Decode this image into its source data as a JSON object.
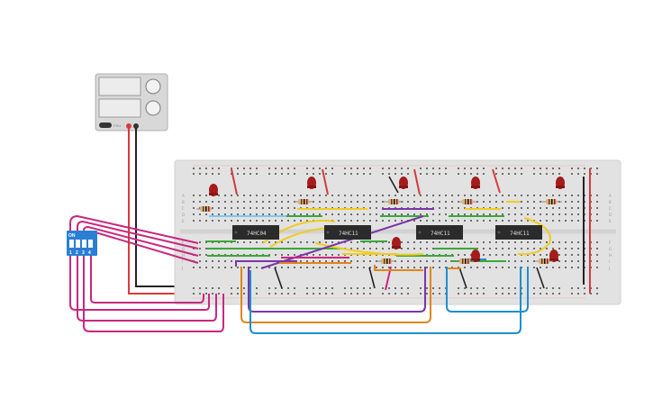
{
  "app": {
    "title": "Circuit breadboard workspace"
  },
  "power_supply": {
    "label": "PSU",
    "small_text": ""
  },
  "dip_switch": {
    "on_label": "ON",
    "numbers": [
      "1",
      "2",
      "3",
      "4"
    ]
  },
  "chips": [
    {
      "id": "chip-1",
      "label": "74HC04"
    },
    {
      "id": "chip-2",
      "label": "74HC11"
    },
    {
      "id": "chip-3",
      "label": "74HC11"
    },
    {
      "id": "chip-4",
      "label": "74HC11"
    }
  ],
  "row_letters_top": [
    "A",
    "B",
    "C",
    "D",
    "E"
  ],
  "row_letters_bottom": [
    "F",
    "G",
    "H",
    "I",
    "J"
  ],
  "colors": {
    "board": "#e2e2e2",
    "rail_red": "#d83a3a",
    "rail_dark": "#222222",
    "wire_magenta": "#c8287f",
    "wire_orange": "#e0861e",
    "wire_blue": "#1e8fd0",
    "wire_purple": "#7a35a8",
    "wire_green": "#3aa83a",
    "wire_yellow": "#f0cc20",
    "led_red": "#a51c1c",
    "dip_blue": "#2a7fd4",
    "chip_body": "#2b2b2b"
  }
}
